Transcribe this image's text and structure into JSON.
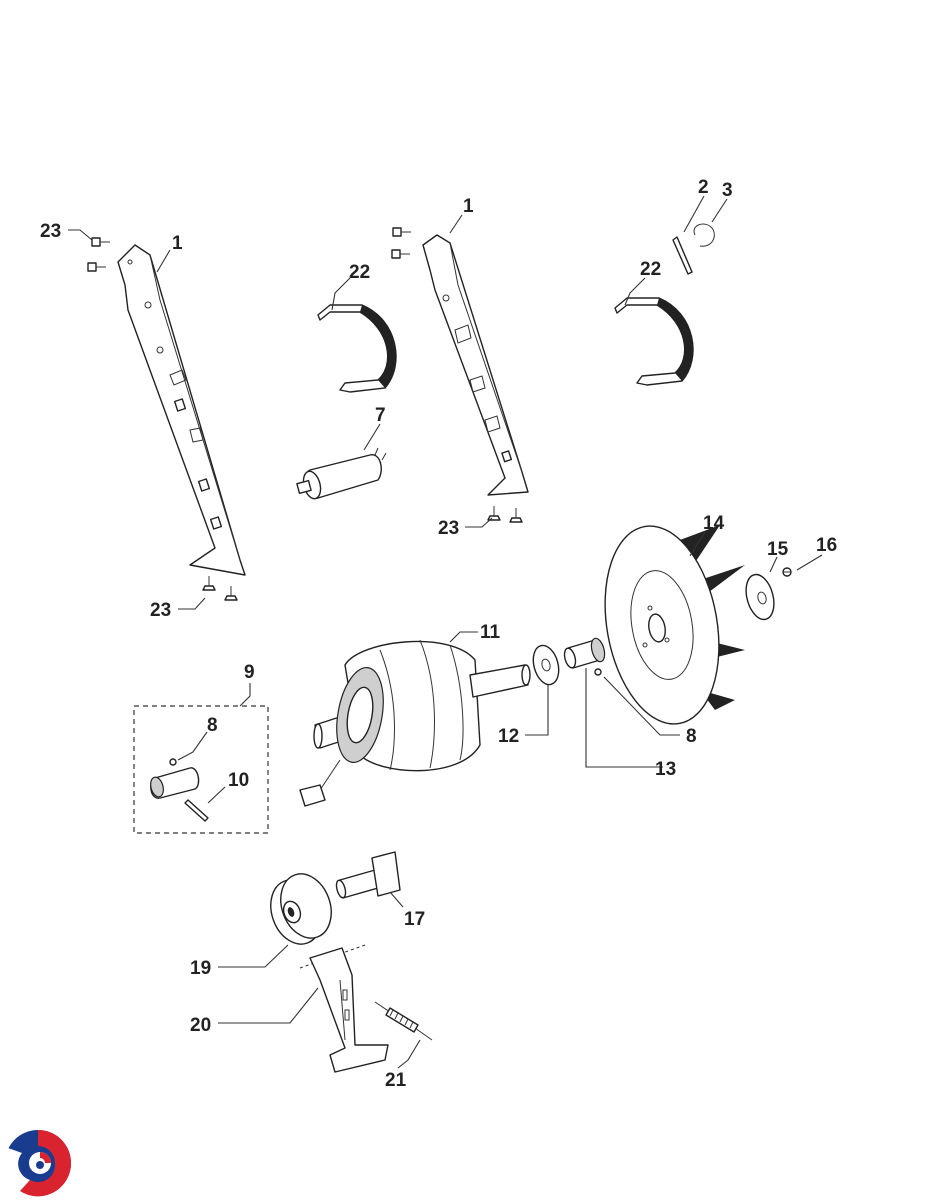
{
  "diagram": {
    "labels": {
      "l1a": "1",
      "l1b": "1",
      "l2": "2",
      "l3": "3",
      "l22a": "22",
      "l22b": "22",
      "l23a": "23",
      "l23b": "23",
      "l23c": "23",
      "l7": "7",
      "l14": "14",
      "l15": "15",
      "l16": "16",
      "l11": "11",
      "l12": "12",
      "l13": "13",
      "l8a": "8",
      "l8b": "8",
      "l9": "9",
      "l10": "10",
      "l17": "17",
      "l19": "19",
      "l20": "20",
      "l21": "21"
    }
  },
  "logo": {
    "icon": "brand-swirl-logo-icon",
    "colors": {
      "blue": "#1a3c8f",
      "red": "#d9232e"
    }
  }
}
